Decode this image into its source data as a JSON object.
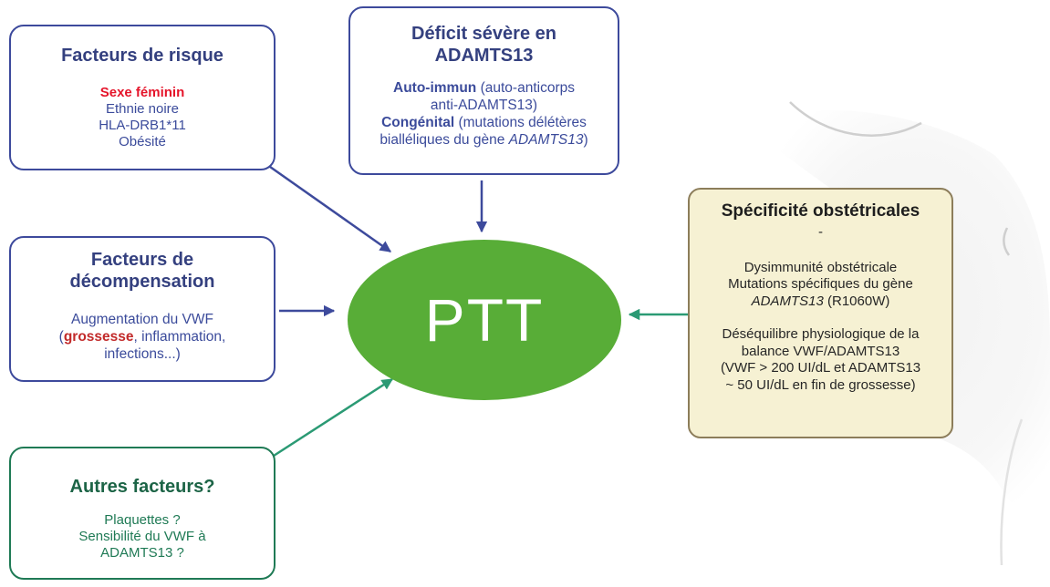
{
  "risk_factors": {
    "title": "Facteurs de risque",
    "items": [
      "Sexe féminin",
      "Ethnie noire",
      "HLA-DRB1*11",
      "Obésité"
    ]
  },
  "deficit": {
    "title_line1": "Déficit sévère en",
    "title_line2": "ADAMTS13",
    "autoimmune_label": "Auto-immun",
    "autoimmune_rest": " (auto-anticorps",
    "autoimmune_line2": "anti-ADAMTS13)",
    "congenital_label": "Congénital",
    "congenital_rest": " (mutations délétères",
    "congenital_line2_pre": "bialléliques du gène ",
    "congenital_gene": "ADAMTS13",
    "congenital_line2_post": ")"
  },
  "decompensation": {
    "title_line1": "Facteurs de",
    "title_line2": "décompensation",
    "line1": "Augmentation du VWF",
    "line2_pre": "(",
    "line2_bold": "grossesse",
    "line2_post": ", inflammation,",
    "line3": "infections...)"
  },
  "other_factors": {
    "title": "Autres facteurs?",
    "line1": "Plaquettes ?",
    "line2": "Sensibilité du VWF à",
    "line3": "ADAMTS13 ?"
  },
  "obstetric": {
    "title": "Spécificité obstétricales",
    "dash": "-",
    "line1": "Dysimmunité obstétricale",
    "line2": "Mutations spécifiques du gène",
    "line3_gene": "ADAMTS13",
    "line3_rest": " (R1060W)",
    "line4": "Déséquilibre physiologique de la",
    "line5": "balance VWF/ADAMTS13",
    "line6": "(VWF > 200 UI/dL et ADAMTS13",
    "line7": "~ 50 UI/dL en fin de grossesse)"
  },
  "center": {
    "label": "PTT"
  },
  "colors": {
    "primary_arrow": "#3d4a9c",
    "secondary_arrow": "#2b9a74",
    "ellipse": "#58ad37",
    "obstetric_fill": "#f6f1d3"
  }
}
